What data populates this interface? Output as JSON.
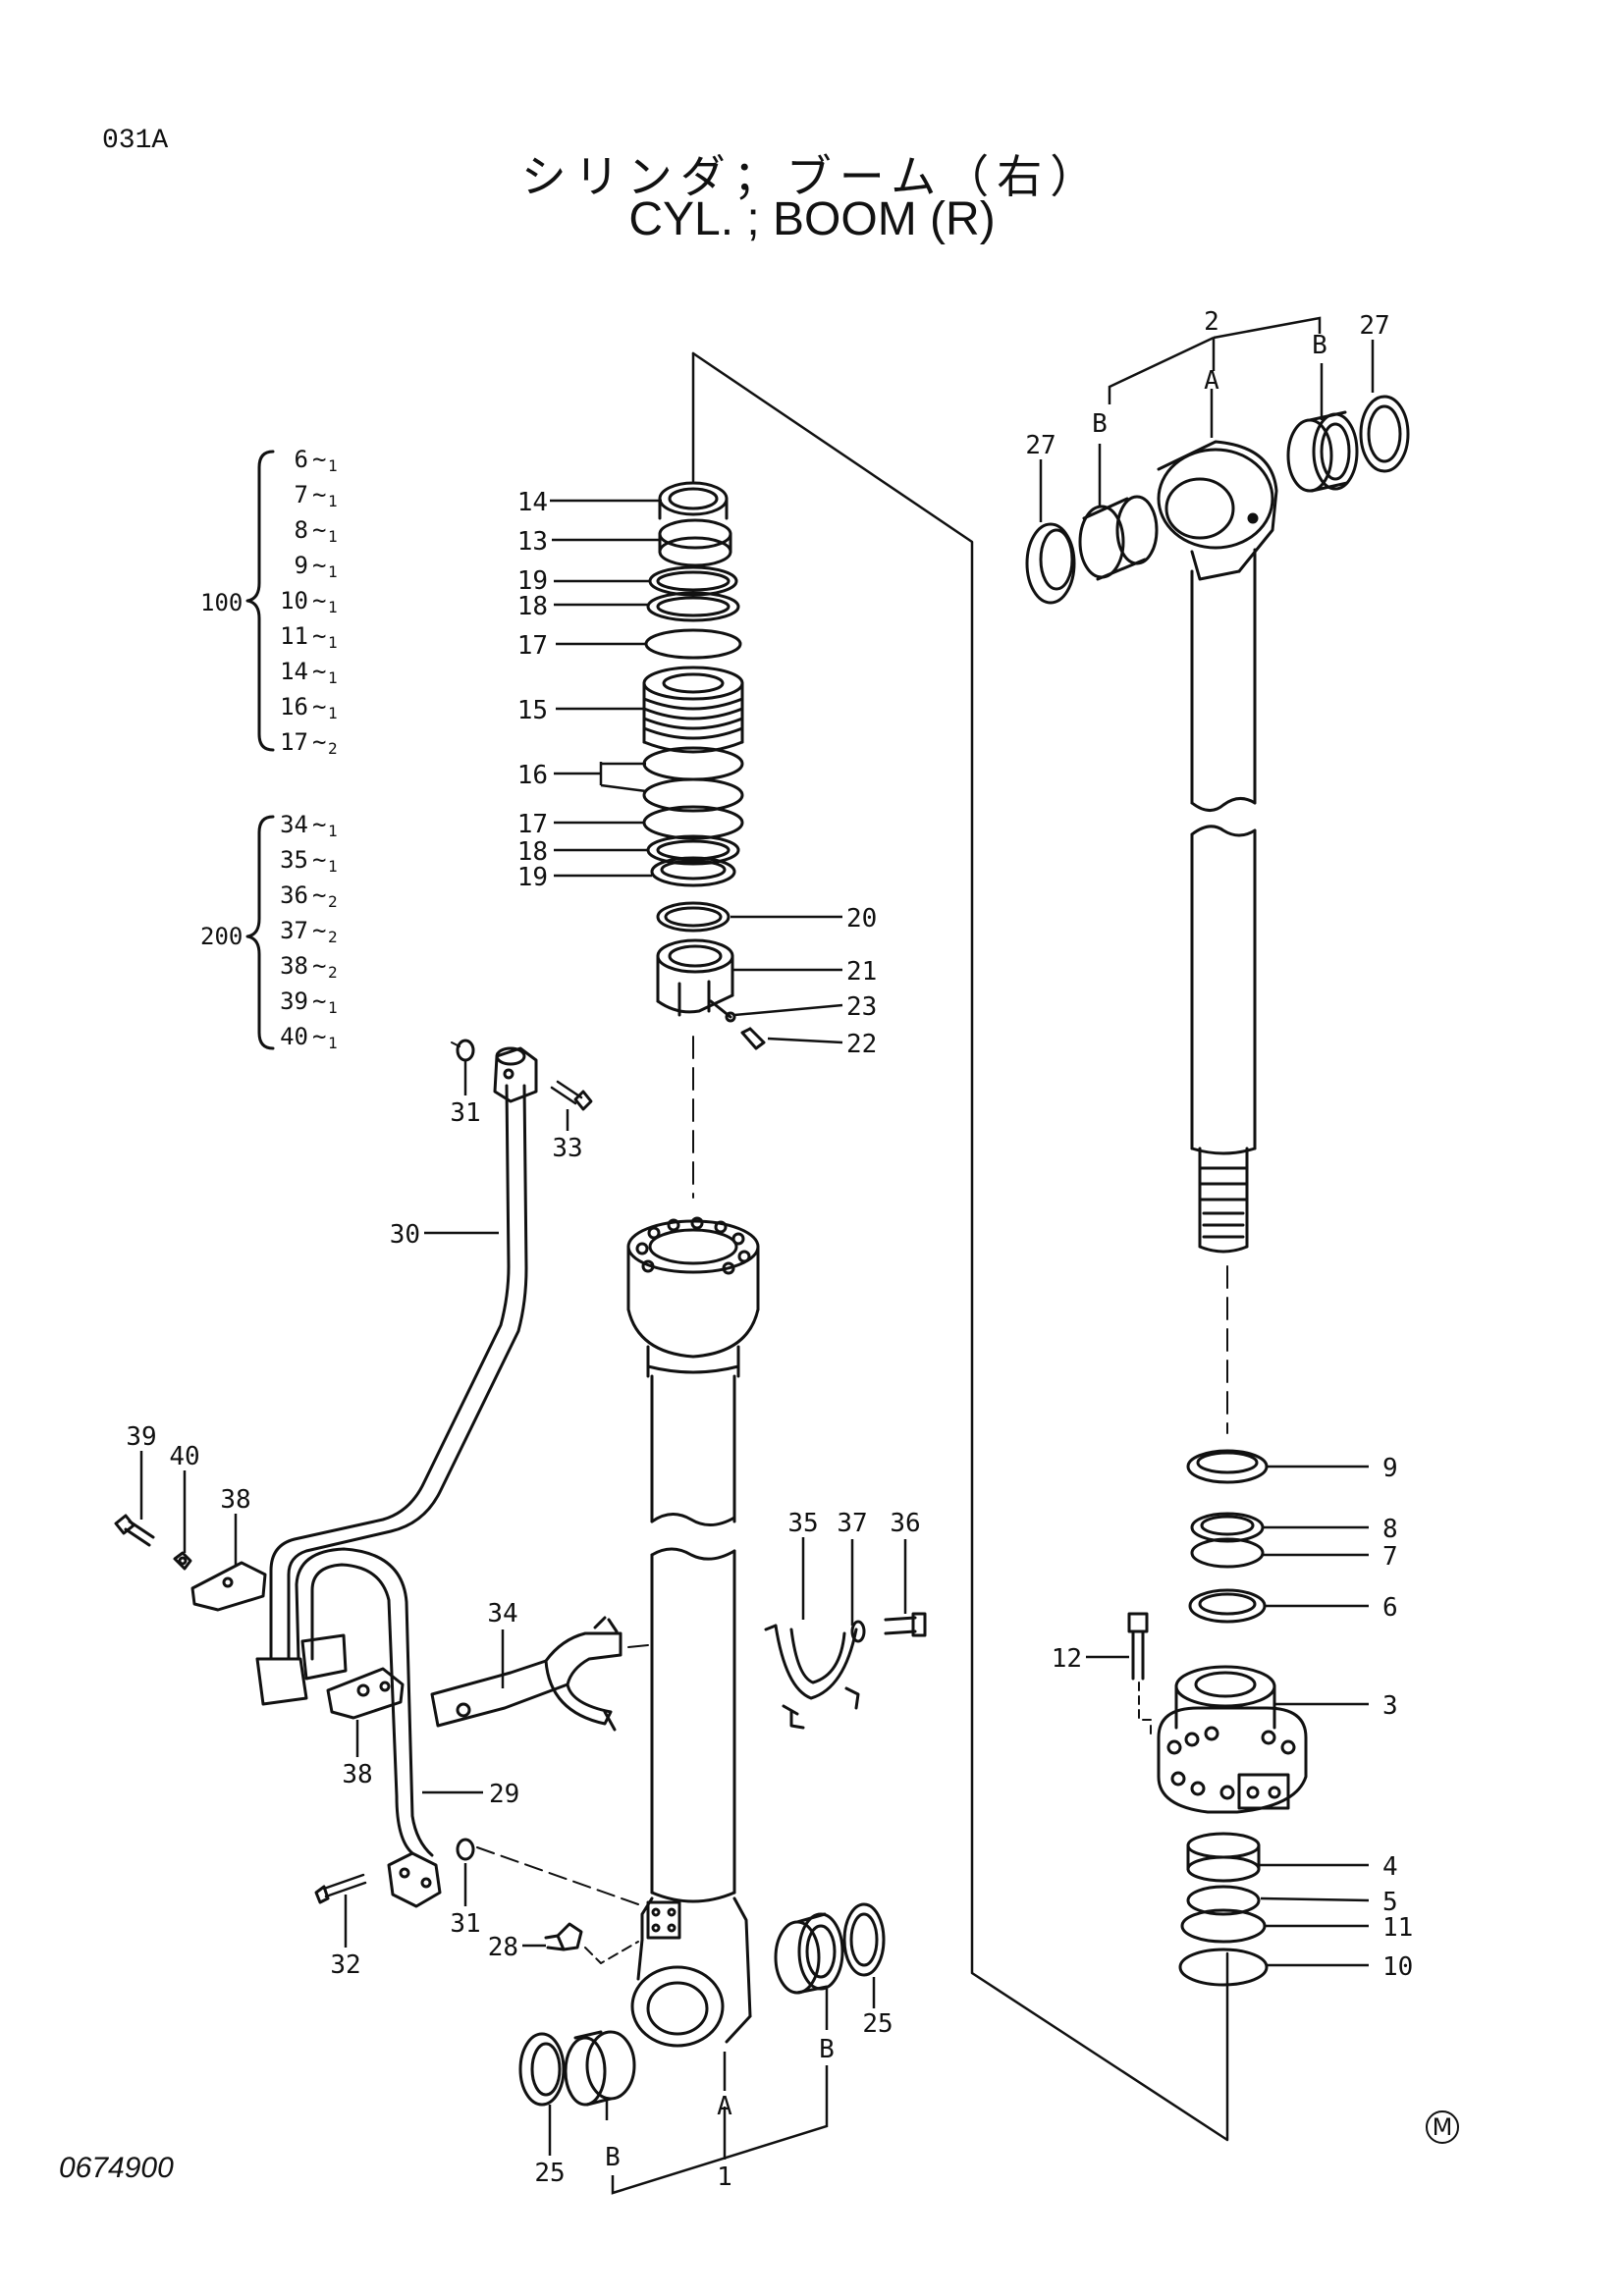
{
  "header": {
    "page_code": "031A",
    "title_jp": "シリンダ；ブーム（右）",
    "title_en": "CYL. ; BOOM (R)"
  },
  "kit_groups": [
    {
      "group": "100",
      "items": [
        {
          "part": "6",
          "qty": "1"
        },
        {
          "part": "7",
          "qty": "1"
        },
        {
          "part": "8",
          "qty": "1"
        },
        {
          "part": "9",
          "qty": "1"
        },
        {
          "part": "10",
          "qty": "1"
        },
        {
          "part": "11",
          "qty": "1"
        },
        {
          "part": "14",
          "qty": "1"
        },
        {
          "part": "16",
          "qty": "1"
        },
        {
          "part": "17",
          "qty": "2"
        }
      ]
    },
    {
      "group": "200",
      "items": [
        {
          "part": "34",
          "qty": "1"
        },
        {
          "part": "35",
          "qty": "1"
        },
        {
          "part": "36",
          "qty": "2"
        },
        {
          "part": "37",
          "qty": "2"
        },
        {
          "part": "38",
          "qty": "2"
        },
        {
          "part": "39",
          "qty": "1"
        },
        {
          "part": "40",
          "qty": "1"
        }
      ]
    }
  ],
  "callouts": {
    "c14": "14",
    "c13": "13",
    "c19a": "19",
    "c18a": "18",
    "c17a": "17",
    "c15": "15",
    "c16": "16",
    "c17b": "17",
    "c18b": "18",
    "c19b": "19",
    "c20": "20",
    "c21": "21",
    "c23": "23",
    "c22": "22",
    "c31a": "31",
    "c33": "33",
    "c30": "30",
    "c39": "39",
    "c40": "40",
    "c38a": "38",
    "c34": "34",
    "c35": "35",
    "c37": "37",
    "c36": "36",
    "c38b": "38",
    "c29": "29",
    "c31b": "31",
    "c32": "32",
    "c28": "28",
    "c25a": "25",
    "c25b": "25",
    "c1": "1",
    "cA1": "A",
    "cB1a": "B",
    "cB1b": "B",
    "c2": "2",
    "c27a": "27",
    "c27b": "27",
    "cA2": "A",
    "cB2a": "B",
    "cB2b": "B",
    "c9": "9",
    "c8": "8",
    "c7": "7",
    "c6": "6",
    "c12": "12",
    "c3": "3",
    "c4": "4",
    "c5": "5",
    "c11": "11",
    "c10": "10"
  },
  "footer": {
    "drawing_id": "0674900",
    "maker_mark": "M"
  }
}
